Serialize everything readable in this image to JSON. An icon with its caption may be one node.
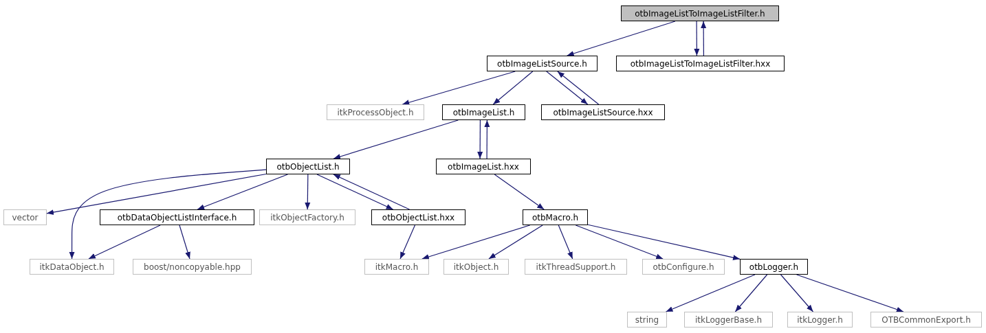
{
  "diagram": {
    "nodes": [
      {
        "text": [
          "otbImageListToImageListFilter.h"
        ]
      },
      {
        "text": [
          "otbImageListSource.h"
        ]
      },
      {
        "text": [
          "otbImageListToImageListFilter.hxx"
        ]
      },
      {
        "text": [
          "itkProcessObject.h"
        ]
      },
      {
        "text": [
          "otbImageList.h"
        ]
      },
      {
        "text": [
          "otbImageListSource.hxx"
        ]
      },
      {
        "text": [
          "otbObjectList.h"
        ]
      },
      {
        "text": [
          "otbImageList.hxx"
        ]
      },
      {
        "text": [
          "vector"
        ]
      },
      {
        "text": [
          "otbDataObjectListInterface.h"
        ]
      },
      {
        "text": [
          "itkObjectFactory.h"
        ]
      },
      {
        "text": [
          "otbObjectList.hxx"
        ]
      },
      {
        "text": [
          "otbMacro.h"
        ]
      },
      {
        "text": [
          "itkDataObject.h"
        ]
      },
      {
        "text": [
          "boost/noncopyable.hpp"
        ]
      },
      {
        "text": [
          "itkMacro.h"
        ]
      },
      {
        "text": [
          "itkObject.h"
        ]
      },
      {
        "text": [
          "itkThreadSupport.h"
        ]
      },
      {
        "text": [
          "otbConfigure.h"
        ]
      },
      {
        "text": [
          "otbLogger.h"
        ]
      },
      {
        "text": [
          "string"
        ]
      },
      {
        "text": [
          "itkLoggerBase.h"
        ]
      },
      {
        "text": [
          "itkLogger.h"
        ]
      },
      {
        "text": [
          "OTBCommonExport.h"
        ]
      }
    ],
    "edges": [
      {
        "from": 0,
        "to": 1,
        "arrow": "to"
      },
      {
        "from": 0,
        "to": 2,
        "arrow": "to"
      },
      {
        "from": 2,
        "to": 0,
        "arrow": "to"
      },
      {
        "from": 1,
        "to": 3,
        "arrow": "to"
      },
      {
        "from": 1,
        "to": 4,
        "arrow": "to"
      },
      {
        "from": 1,
        "to": 5,
        "arrow": "to"
      },
      {
        "from": 5,
        "to": 1,
        "arrow": "to"
      },
      {
        "from": 4,
        "to": 6,
        "arrow": "to"
      },
      {
        "from": 4,
        "to": 7,
        "arrow": "to"
      },
      {
        "from": 7,
        "to": 4,
        "arrow": "to"
      },
      {
        "from": 6,
        "to": 8,
        "arrow": "to"
      },
      {
        "from": 6,
        "to": 13,
        "arrow": "to"
      },
      {
        "from": 6,
        "to": 9,
        "arrow": "to"
      },
      {
        "from": 6,
        "to": 10,
        "arrow": "to"
      },
      {
        "from": 6,
        "to": 11,
        "arrow": "to"
      },
      {
        "from": 11,
        "to": 6,
        "arrow": "to"
      },
      {
        "from": 9,
        "to": 13,
        "arrow": "to"
      },
      {
        "from": 9,
        "to": 14,
        "arrow": "to"
      },
      {
        "from": 7,
        "to": 12,
        "arrow": "to"
      },
      {
        "from": 11,
        "to": 15,
        "arrow": "to"
      },
      {
        "from": 12,
        "to": 15,
        "arrow": "to"
      },
      {
        "from": 12,
        "to": 16,
        "arrow": "to"
      },
      {
        "from": 12,
        "to": 17,
        "arrow": "to"
      },
      {
        "from": 12,
        "to": 18,
        "arrow": "to"
      },
      {
        "from": 12,
        "to": 19,
        "arrow": "to"
      },
      {
        "from": 19,
        "to": 20,
        "arrow": "to"
      },
      {
        "from": 19,
        "to": 21,
        "arrow": "to"
      },
      {
        "from": 19,
        "to": 22,
        "arrow": "to"
      },
      {
        "from": 19,
        "to": 23,
        "arrow": "to"
      }
    ]
  }
}
